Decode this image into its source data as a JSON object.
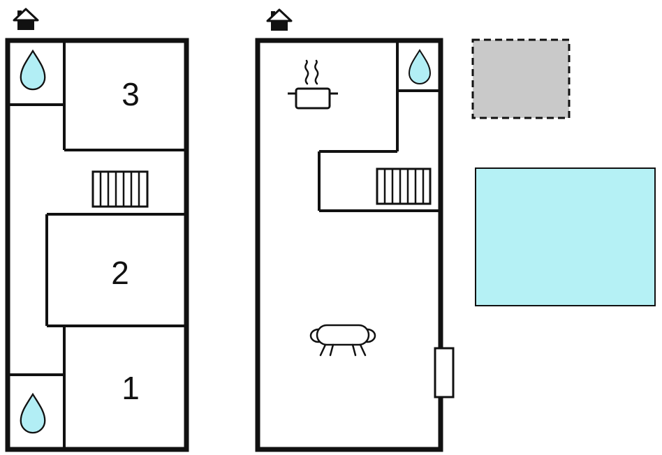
{
  "diagram_type": "floor-plan",
  "colors": {
    "wall": "#111111",
    "water_drop": "#b2eef5",
    "background": "#ffffff"
  },
  "floors": {
    "first": {
      "rooms": [
        {
          "label": "3"
        },
        {
          "label": "2"
        },
        {
          "label": "1"
        }
      ]
    },
    "ground": {
      "rooms": []
    }
  },
  "icons": {
    "house": "house-icon",
    "water_drop": "water-drop-icon",
    "stairs": "stairs-icon",
    "stove": "stove-pot-icon",
    "sofa": "sofa-icon",
    "door": "door-icon"
  },
  "outdoor": {
    "pool": {
      "fill": "#b5f1f5"
    },
    "parking": {
      "fill": "#c9c9c9"
    }
  }
}
